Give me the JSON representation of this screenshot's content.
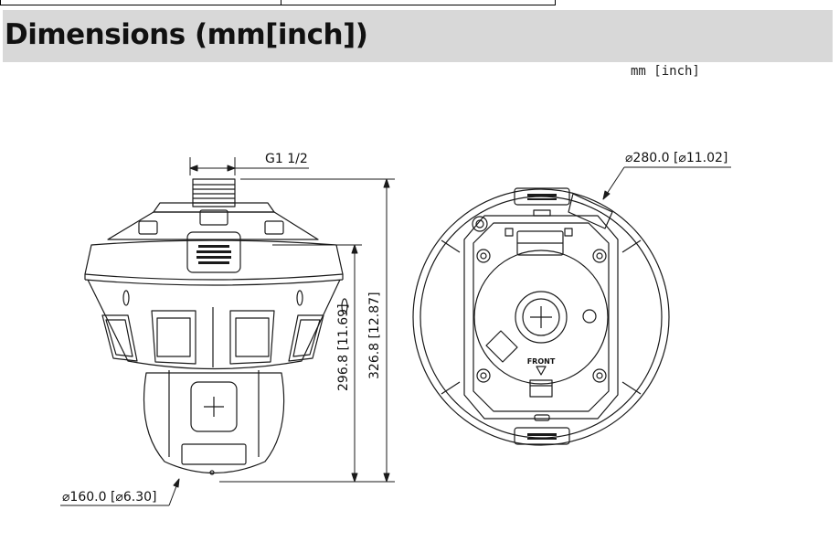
{
  "section": {
    "title": "Dimensions (mm[inch])",
    "unit_note": "mm [inch]"
  },
  "side_view": {
    "thread_label": "G1 1/2",
    "height_inner_label": "296.8 [11.69]",
    "height_outer_label": "326.8 [12.87]",
    "bottom_diameter_label": "⌀160.0 [⌀6.30]"
  },
  "top_view": {
    "diameter_label": "⌀280.0 [⌀11.02]",
    "front_label": "FRONT"
  }
}
